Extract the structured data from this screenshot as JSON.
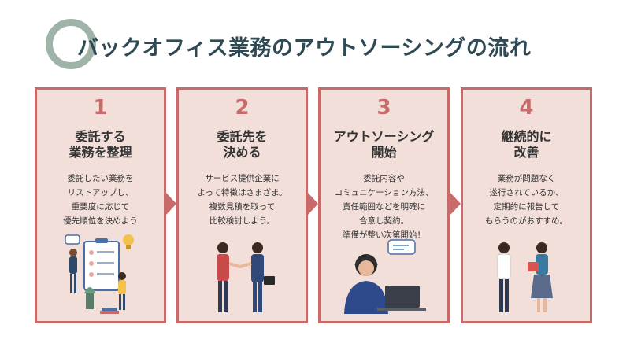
{
  "title": "バックオフィス業務のアウトソーシングの流れ",
  "steps": [
    {
      "number": "1",
      "heading": "委託する\n業務を整理",
      "desc": "委託したい業務を\nリストアップし、\n重要度に応じて\n優先順位を決めよう"
    },
    {
      "number": "2",
      "heading": "委託先を\n決める",
      "desc": "サービス提供企業に\nよって特徴はさまざま。\n複数見積を取って\n比較検討しよう。"
    },
    {
      "number": "3",
      "heading": "アウトソーシング\n開始",
      "desc": "委託内容や\nコミュニケーション方法、\n責任範囲などを明確に\n合意し契約。\n準備が整い次第開始！"
    },
    {
      "number": "4",
      "heading": "継続的に\n改善",
      "desc": "業務が問題なく\n遂行されているか、\n定期的に報告して\nもらうのがおすすめ。"
    }
  ],
  "colors": {
    "accent": "#c96a6a",
    "card_bg": "#f2dfd9",
    "title": "#2f4a54",
    "ring": "#9fb4a8"
  }
}
